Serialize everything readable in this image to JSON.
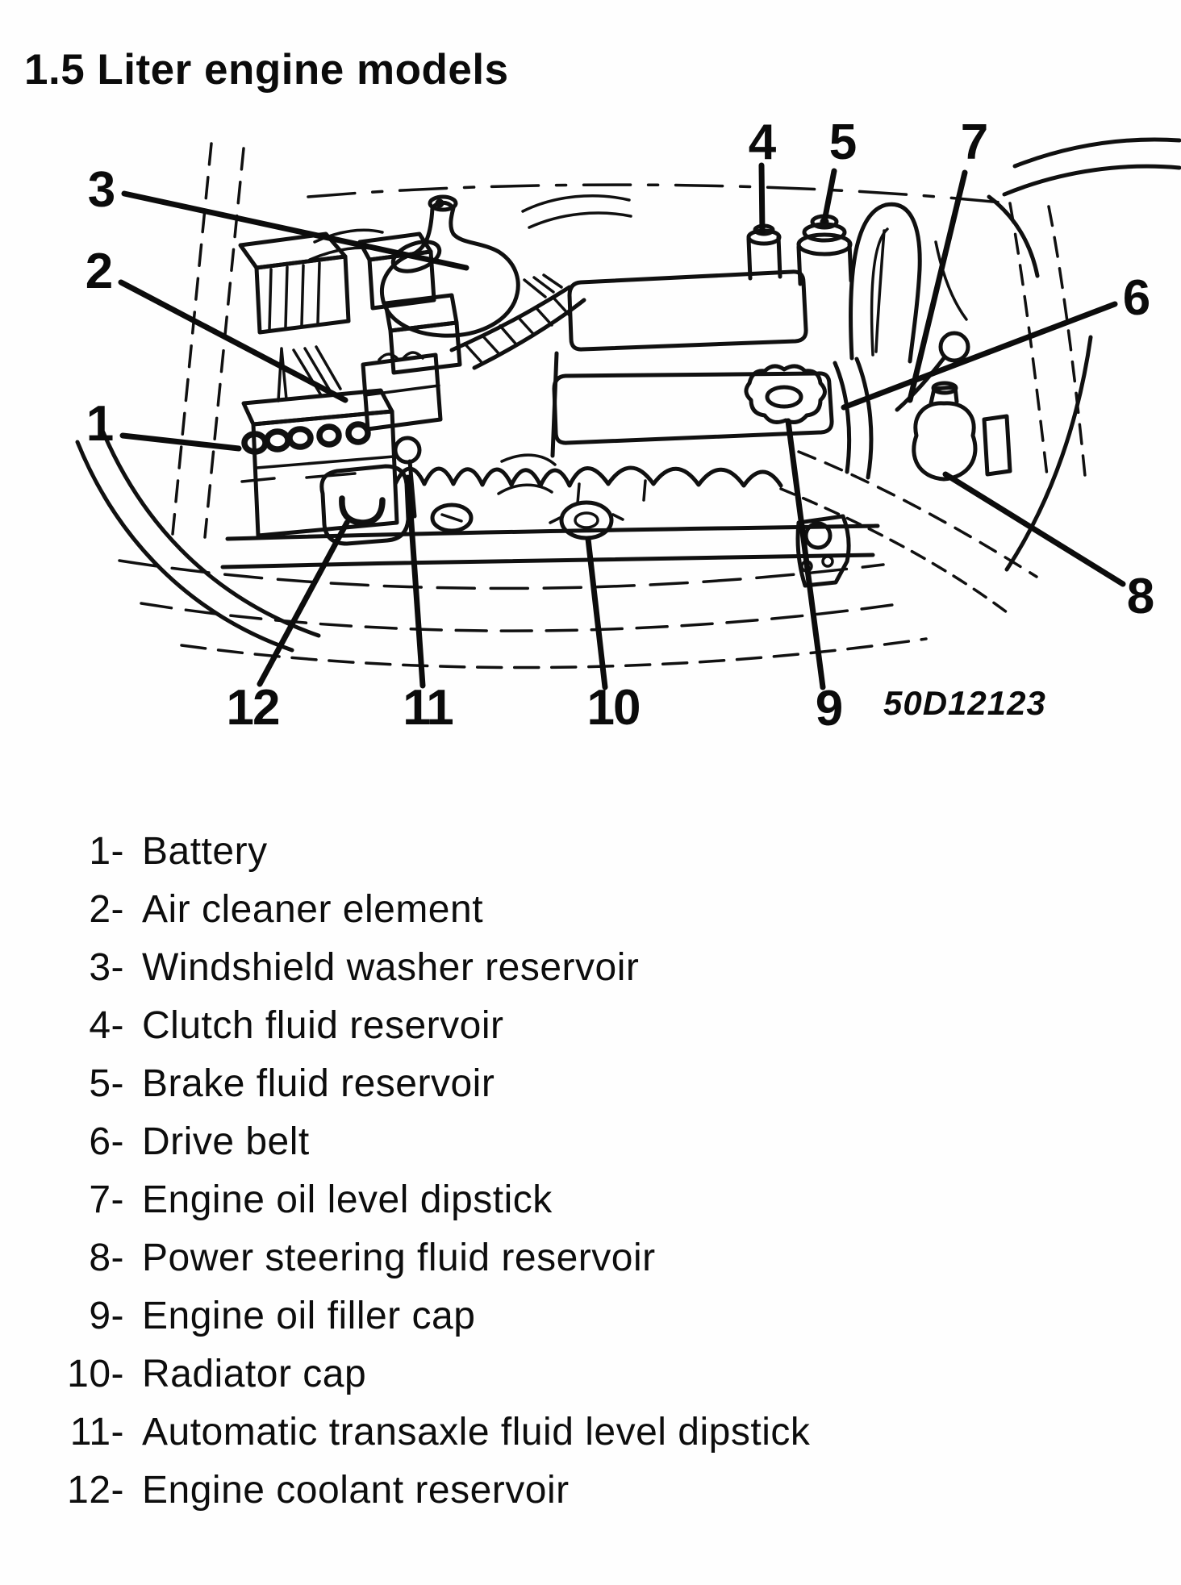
{
  "title": "1.5 Liter engine models",
  "diagram": {
    "figure_code": "50D12123",
    "callouts": {
      "c1": "1",
      "c2": "2",
      "c3": "3",
      "c4": "4",
      "c5": "5",
      "c6": "6",
      "c7": "7",
      "c8": "8",
      "c9": "9",
      "c10": "10",
      "c11": "11",
      "c12": "12"
    }
  },
  "legend": {
    "items": [
      {
        "num": "1-",
        "label": "Battery"
      },
      {
        "num": "2-",
        "label": "Air cleaner element"
      },
      {
        "num": "3-",
        "label": "Windshield washer reservoir"
      },
      {
        "num": "4-",
        "label": "Clutch fluid reservoir"
      },
      {
        "num": "5-",
        "label": "Brake fluid reservoir"
      },
      {
        "num": "6-",
        "label": "Drive belt"
      },
      {
        "num": "7-",
        "label": "Engine oil level dipstick"
      },
      {
        "num": "8-",
        "label": "Power steering fluid reservoir"
      },
      {
        "num": "9-",
        "label": "Engine oil filler cap"
      },
      {
        "num": "10-",
        "label": "Radiator cap"
      },
      {
        "num": "11-",
        "label": "Automatic transaxle fluid level dipstick"
      },
      {
        "num": "12-",
        "label": "Engine coolant reservoir"
      }
    ]
  }
}
